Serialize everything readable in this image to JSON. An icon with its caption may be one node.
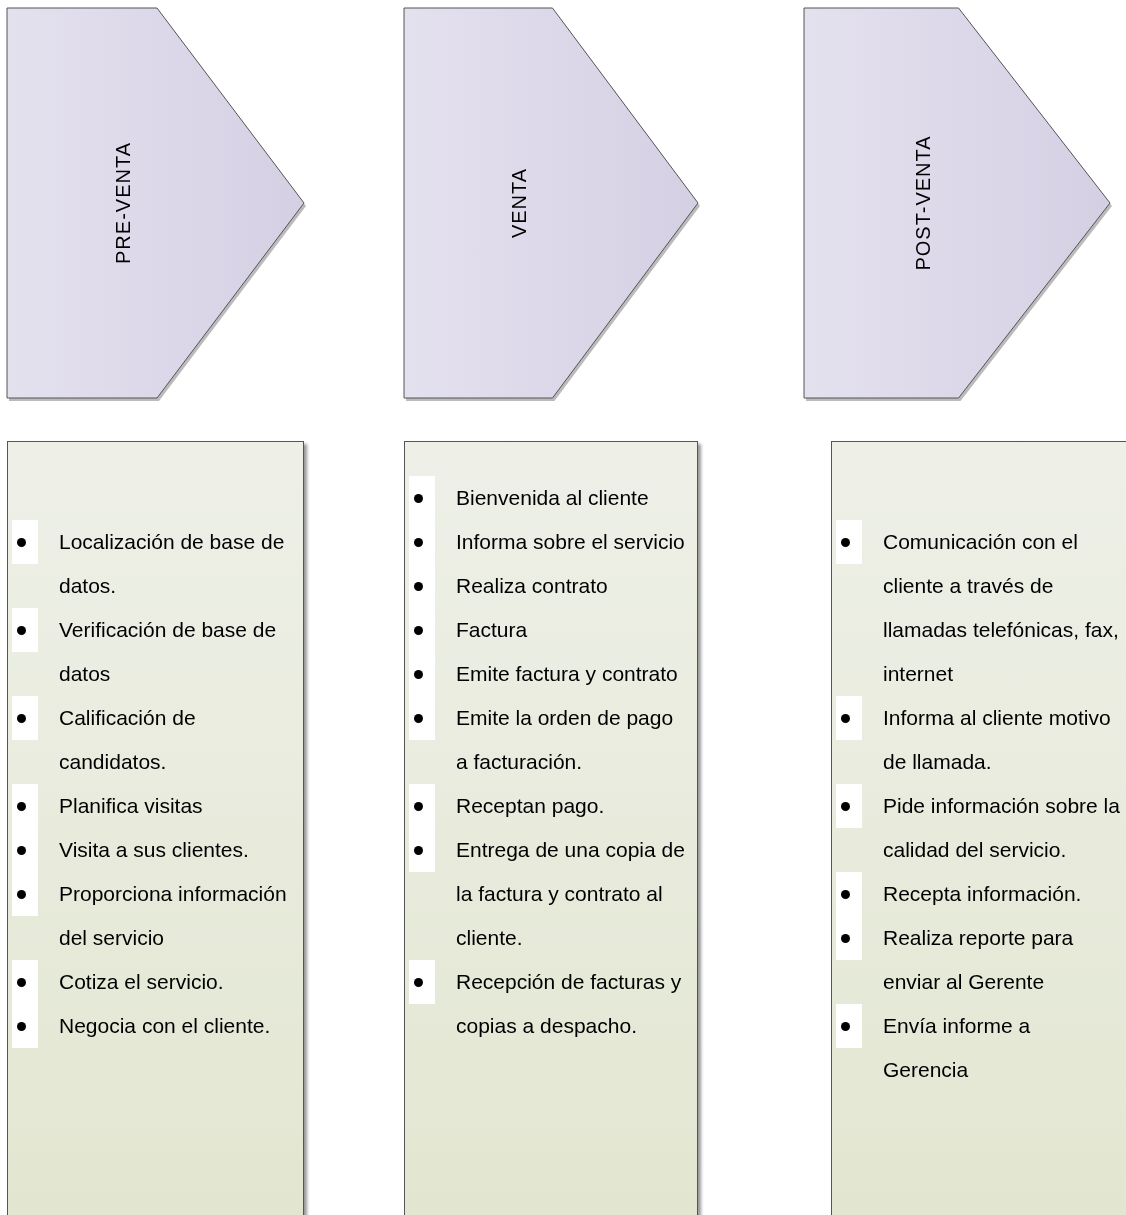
{
  "diagram": {
    "nodes": [
      {
        "text": [
          "PRE-VENTA"
        ]
      },
      {
        "text": [
          "VENTA"
        ]
      },
      {
        "text": [
          "POST-VENTA"
        ]
      },
      {
        "text": [
          "Localización de base de datos.",
          "Verificación de base de datos",
          "Calificación de candidatos.",
          "Planifica visitas",
          "Visita a sus clientes.",
          "Proporciona información del servicio",
          "Cotiza el servicio.",
          "Negocia con el cliente."
        ]
      },
      {
        "text": [
          "Bienvenida al cliente",
          "Informa sobre el servicio",
          "Realiza contrato",
          "Factura",
          "Emite factura y contrato",
          "Emite la orden de pago a facturación.",
          "Receptan pago.",
          "Entrega de una copia de la factura y contrato al cliente.",
          "Recepción de facturas y copias a despacho."
        ]
      },
      {
        "text": [
          "Comunicación con el cliente a través de llamadas telefónicas, fax, internet",
          "Informa al cliente motivo de llamada.",
          "Pide información sobre la calidad del servicio.",
          "Recepta información.",
          "Realiza reporte para enviar al Gerente",
          "Envía informe a Gerencia"
        ]
      }
    ]
  }
}
